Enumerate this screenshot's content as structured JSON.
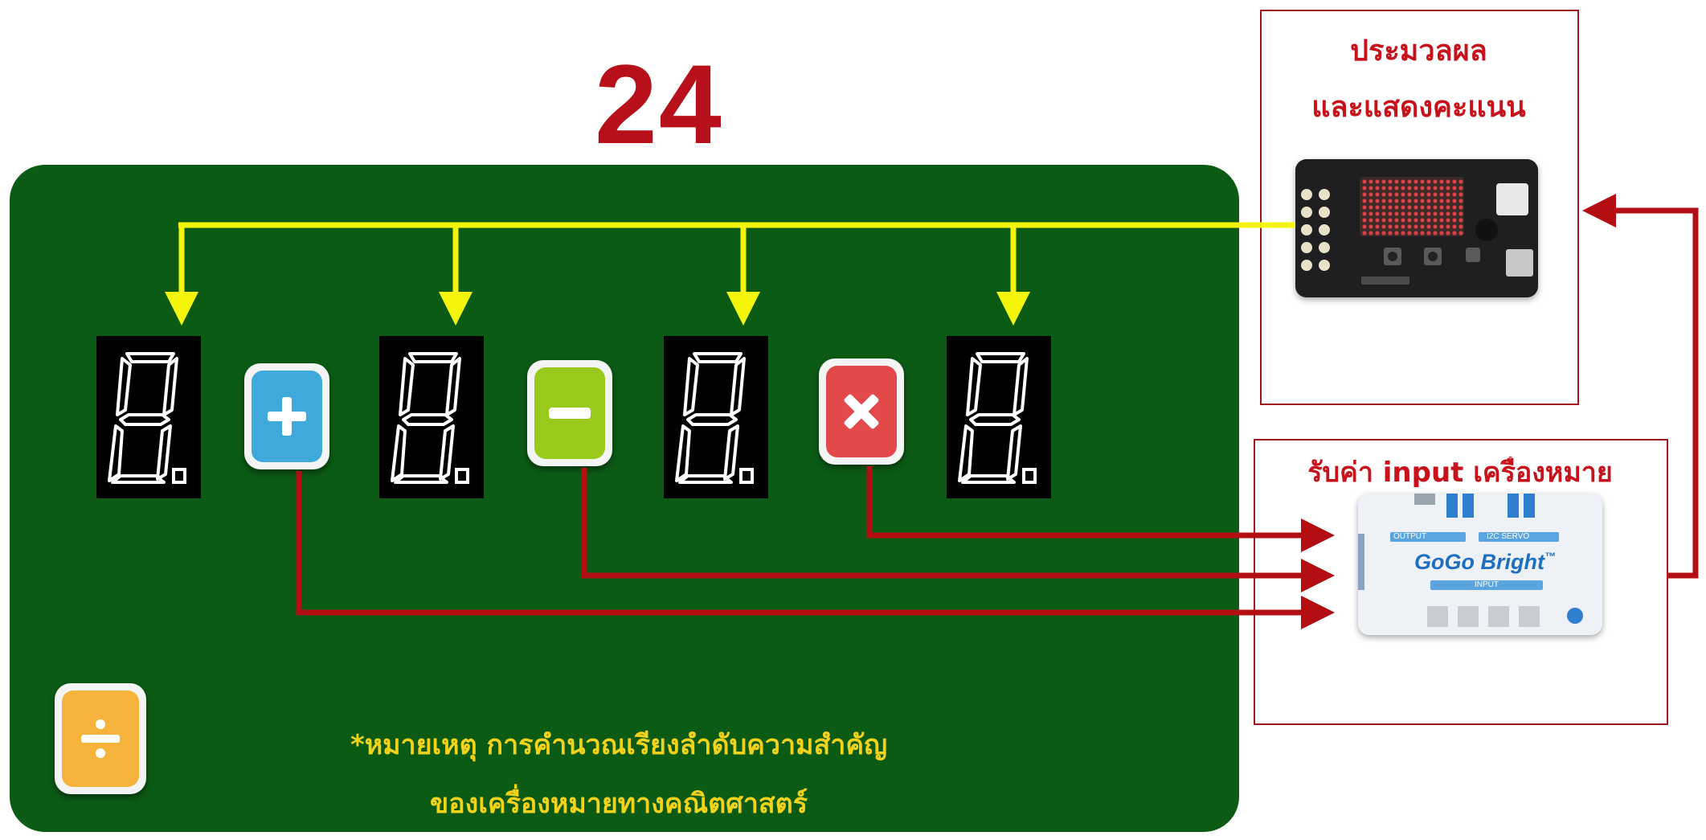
{
  "target_number": "24",
  "digits": [
    {
      "id": "digit-1",
      "glyph": "8."
    },
    {
      "id": "digit-2",
      "glyph": "8."
    },
    {
      "id": "digit-3",
      "glyph": "8."
    },
    {
      "id": "digit-4",
      "glyph": "8."
    }
  ],
  "operators": {
    "plus": {
      "symbol": "+",
      "color": "#3fa9dc"
    },
    "minus": {
      "symbol": "−",
      "color": "#98c91c"
    },
    "times": {
      "symbol": "×",
      "color": "#e3494a"
    },
    "divide": {
      "symbol": "÷",
      "color": "#f6b33c"
    }
  },
  "note": {
    "line1": "*หมายเหตุ การคำนวณเรียงลำดับความสำคัญ",
    "line2": "ของเครื่องหมายทางคณิตศาสตร์"
  },
  "processor_box": {
    "line1": "ประมวลผล",
    "line2": "และแสดงคะแนน"
  },
  "input_box": {
    "title": "รับค่า input เครื่องหมาย",
    "board_brand": "GoGo Bright",
    "board_tm": "™",
    "board_label_output": "OUTPUT",
    "board_label_servo": "I2C  SERVO",
    "board_label_input": "INPUT"
  },
  "colors": {
    "board_green": "#0b5b15",
    "wire_yellow": "#f4f40c",
    "wire_red": "#b30e12",
    "title_red": "#c8121b"
  }
}
